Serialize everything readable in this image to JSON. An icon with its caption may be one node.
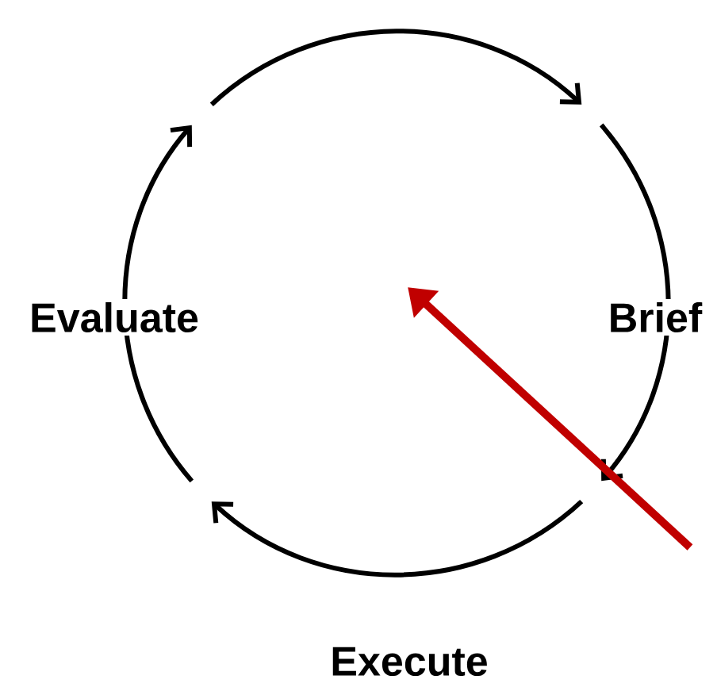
{
  "diagram": {
    "labels": [
      "Evaluate",
      "Brief",
      "Execute"
    ]
  }
}
